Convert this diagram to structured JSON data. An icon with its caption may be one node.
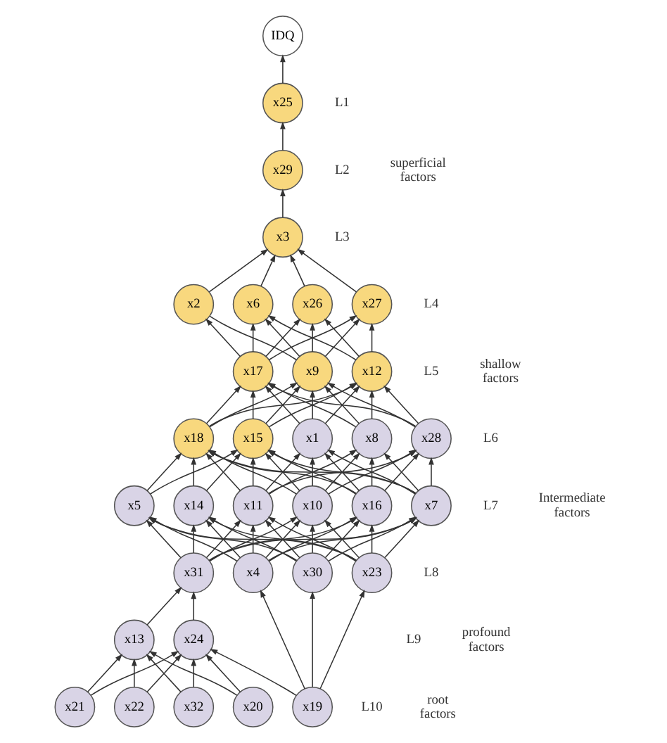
{
  "diagram": {
    "nodes": [
      {
        "text": [
          "IDQ"
        ]
      },
      {
        "text": [
          "x25"
        ]
      },
      {
        "text": [
          "x29"
        ]
      },
      {
        "text": [
          "x3"
        ]
      },
      {
        "text": [
          "x2"
        ]
      },
      {
        "text": [
          "x6"
        ]
      },
      {
        "text": [
          "x26"
        ]
      },
      {
        "text": [
          "x27"
        ]
      },
      {
        "text": [
          "x9"
        ]
      },
      {
        "text": [
          "x17"
        ]
      },
      {
        "text": [
          "x12"
        ]
      },
      {
        "text": [
          "x15"
        ]
      },
      {
        "text": [
          "x18"
        ]
      },
      {
        "text": [
          "x1"
        ]
      },
      {
        "text": [
          "x8"
        ]
      },
      {
        "text": [
          "x28"
        ]
      },
      {
        "text": [
          "x5"
        ]
      },
      {
        "text": [
          "x14"
        ]
      },
      {
        "text": [
          "x11"
        ]
      },
      {
        "text": [
          "x10"
        ]
      },
      {
        "text": [
          "x16"
        ]
      },
      {
        "text": [
          "x7"
        ]
      },
      {
        "text": [
          "x31"
        ]
      },
      {
        "text": [
          "x4"
        ]
      },
      {
        "text": [
          "x30"
        ]
      },
      {
        "text": [
          "x23"
        ]
      },
      {
        "text": [
          "x13"
        ]
      },
      {
        "text": [
          "x24"
        ]
      },
      {
        "text": [
          "x20"
        ]
      },
      {
        "text": [
          "x21"
        ]
      },
      {
        "text": [
          "x22"
        ]
      },
      {
        "text": [
          "x32"
        ]
      },
      {
        "text": [
          "x19"
        ]
      }
    ],
    "edges": [
      {
        "from": 1,
        "to": 0,
        "arrow": "to"
      },
      {
        "from": 2,
        "to": 1,
        "arrow": "to"
      },
      {
        "from": 3,
        "to": 2,
        "arrow": "to"
      },
      {
        "from": 4,
        "to": 3,
        "arrow": "to"
      },
      {
        "from": 5,
        "to": 3,
        "arrow": "to"
      },
      {
        "from": 6,
        "to": 3,
        "arrow": "to"
      },
      {
        "from": 7,
        "to": 3,
        "arrow": "to"
      },
      {
        "from": 8,
        "to": 4,
        "arrow": "none"
      },
      {
        "from": 9,
        "to": 4,
        "arrow": "to"
      },
      {
        "from": 8,
        "to": 5,
        "arrow": "to"
      },
      {
        "from": 8,
        "to": 6,
        "arrow": "to"
      },
      {
        "from": 8,
        "to": 7,
        "arrow": "to"
      },
      {
        "from": 9,
        "to": 5,
        "arrow": "to"
      },
      {
        "from": 9,
        "to": 6,
        "arrow": "to"
      },
      {
        "from": 9,
        "to": 7,
        "arrow": "to"
      },
      {
        "from": 10,
        "to": 5,
        "arrow": "to"
      },
      {
        "from": 10,
        "to": 6,
        "arrow": "to"
      },
      {
        "from": 10,
        "to": 7,
        "arrow": "to"
      },
      {
        "from": 11,
        "to": 8,
        "arrow": "to"
      },
      {
        "from": 11,
        "to": 9,
        "arrow": "to"
      },
      {
        "from": 11,
        "to": 10,
        "arrow": "to"
      },
      {
        "from": 12,
        "to": 8,
        "arrow": "to"
      },
      {
        "from": 12,
        "to": 9,
        "arrow": "to"
      },
      {
        "from": 12,
        "to": 10,
        "arrow": "to"
      },
      {
        "from": 13,
        "to": 8,
        "arrow": "to"
      },
      {
        "from": 13,
        "to": 9,
        "arrow": "to"
      },
      {
        "from": 13,
        "to": 10,
        "arrow": "to"
      },
      {
        "from": 14,
        "to": 8,
        "arrow": "to"
      },
      {
        "from": 14,
        "to": 9,
        "arrow": "to"
      },
      {
        "from": 14,
        "to": 10,
        "arrow": "to"
      },
      {
        "from": 15,
        "to": 8,
        "arrow": "to"
      },
      {
        "from": 15,
        "to": 9,
        "arrow": "to"
      },
      {
        "from": 15,
        "to": 10,
        "arrow": "to"
      },
      {
        "from": 16,
        "to": 11,
        "arrow": "to"
      },
      {
        "from": 16,
        "to": 12,
        "arrow": "to"
      },
      {
        "from": 17,
        "to": 11,
        "arrow": "to"
      },
      {
        "from": 17,
        "to": 12,
        "arrow": "to"
      },
      {
        "from": 18,
        "to": 11,
        "arrow": "to"
      },
      {
        "from": 18,
        "to": 12,
        "arrow": "to"
      },
      {
        "from": 18,
        "to": 13,
        "arrow": "to"
      },
      {
        "from": 18,
        "to": 14,
        "arrow": "to"
      },
      {
        "from": 18,
        "to": 15,
        "arrow": "to"
      },
      {
        "from": 19,
        "to": 11,
        "arrow": "to"
      },
      {
        "from": 19,
        "to": 12,
        "arrow": "to"
      },
      {
        "from": 19,
        "to": 13,
        "arrow": "to"
      },
      {
        "from": 19,
        "to": 14,
        "arrow": "to"
      },
      {
        "from": 19,
        "to": 15,
        "arrow": "to"
      },
      {
        "from": 20,
        "to": 11,
        "arrow": "to"
      },
      {
        "from": 20,
        "to": 12,
        "arrow": "to"
      },
      {
        "from": 20,
        "to": 13,
        "arrow": "to"
      },
      {
        "from": 20,
        "to": 14,
        "arrow": "to"
      },
      {
        "from": 20,
        "to": 15,
        "arrow": "to"
      },
      {
        "from": 21,
        "to": 11,
        "arrow": "to"
      },
      {
        "from": 21,
        "to": 12,
        "arrow": "to"
      },
      {
        "from": 21,
        "to": 13,
        "arrow": "to"
      },
      {
        "from": 21,
        "to": 14,
        "arrow": "to"
      },
      {
        "from": 21,
        "to": 15,
        "arrow": "to"
      },
      {
        "from": 22,
        "to": 16,
        "arrow": "to"
      },
      {
        "from": 22,
        "to": 17,
        "arrow": "to"
      },
      {
        "from": 22,
        "to": 18,
        "arrow": "to"
      },
      {
        "from": 22,
        "to": 19,
        "arrow": "to"
      },
      {
        "from": 22,
        "to": 20,
        "arrow": "to"
      },
      {
        "from": 22,
        "to": 21,
        "arrow": "to"
      },
      {
        "from": 23,
        "to": 16,
        "arrow": "to"
      },
      {
        "from": 23,
        "to": 17,
        "arrow": "to"
      },
      {
        "from": 23,
        "to": 18,
        "arrow": "to"
      },
      {
        "from": 23,
        "to": 19,
        "arrow": "to"
      },
      {
        "from": 23,
        "to": 20,
        "arrow": "to"
      },
      {
        "from": 23,
        "to": 21,
        "arrow": "to"
      },
      {
        "from": 24,
        "to": 16,
        "arrow": "to"
      },
      {
        "from": 24,
        "to": 17,
        "arrow": "to"
      },
      {
        "from": 24,
        "to": 18,
        "arrow": "to"
      },
      {
        "from": 24,
        "to": 19,
        "arrow": "to"
      },
      {
        "from": 24,
        "to": 20,
        "arrow": "to"
      },
      {
        "from": 24,
        "to": 21,
        "arrow": "to"
      },
      {
        "from": 25,
        "to": 16,
        "arrow": "to"
      },
      {
        "from": 25,
        "to": 17,
        "arrow": "to"
      },
      {
        "from": 25,
        "to": 18,
        "arrow": "to"
      },
      {
        "from": 25,
        "to": 19,
        "arrow": "to"
      },
      {
        "from": 25,
        "to": 20,
        "arrow": "to"
      },
      {
        "from": 25,
        "to": 21,
        "arrow": "to"
      },
      {
        "from": 26,
        "to": 22,
        "arrow": "to"
      },
      {
        "from": 27,
        "to": 22,
        "arrow": "to"
      },
      {
        "from": 32,
        "to": 23,
        "arrow": "to"
      },
      {
        "from": 32,
        "to": 24,
        "arrow": "to"
      },
      {
        "from": 32,
        "to": 25,
        "arrow": "to"
      },
      {
        "from": 32,
        "to": 27,
        "arrow": "to"
      },
      {
        "from": 28,
        "to": 26,
        "arrow": "to"
      },
      {
        "from": 28,
        "to": 27,
        "arrow": "to"
      },
      {
        "from": 29,
        "to": 26,
        "arrow": "to"
      },
      {
        "from": 29,
        "to": 27,
        "arrow": "to"
      },
      {
        "from": 30,
        "to": 26,
        "arrow": "to"
      },
      {
        "from": 30,
        "to": 27,
        "arrow": "to"
      },
      {
        "from": 31,
        "to": 26,
        "arrow": "to"
      },
      {
        "from": 31,
        "to": 27,
        "arrow": "to"
      }
    ],
    "labels": [
      "L1",
      "superficial factors",
      "L2",
      "L3",
      "L4",
      "shallow factors",
      "L5",
      "L6",
      "Intermediate factors",
      "L7",
      "L8",
      "profound factors",
      "L9",
      "L10",
      "root factors"
    ]
  }
}
